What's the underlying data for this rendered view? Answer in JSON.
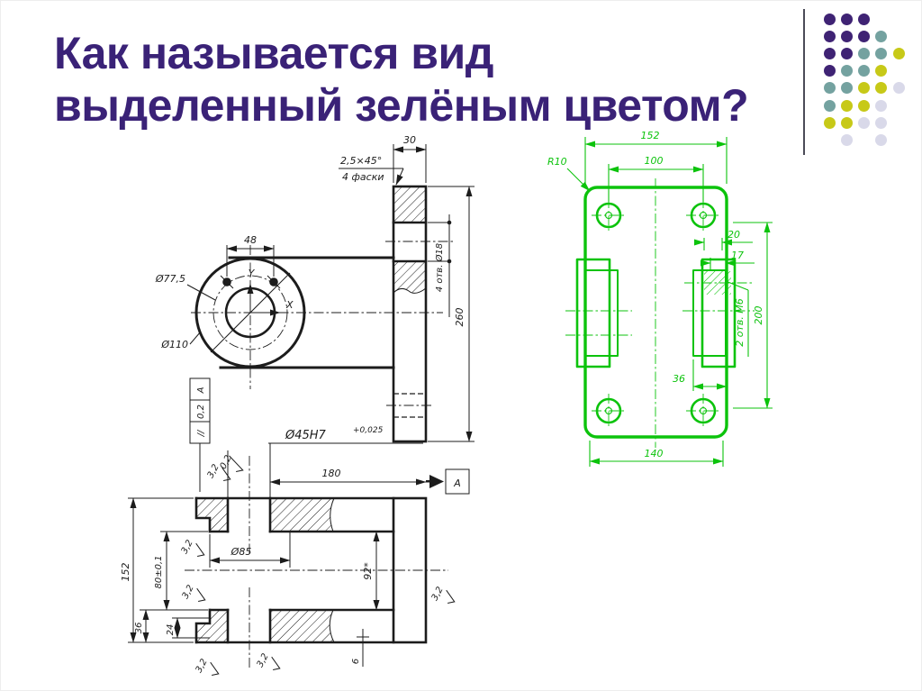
{
  "slide": {
    "title_line1": "Как называется вид",
    "title_line2": "выделенный зелёным цветом?"
  },
  "colors": {
    "title": "#3a2277",
    "ink": "#1c1c1c",
    "highlight_green": "#0cc30c"
  },
  "decoration": {
    "separator_color": "#4b4b57",
    "dot_colors": {
      "P": "#3f2374",
      "T": "#74a2a0",
      "Y": "#c7c918",
      "L": "#d9d9e9"
    },
    "dot_rows": [
      [
        "P",
        "P",
        "P",
        "",
        ""
      ],
      [
        "P",
        "P",
        "P",
        "T",
        ""
      ],
      [
        "P",
        "P",
        "T",
        "T",
        "Y"
      ],
      [
        "P",
        "T",
        "T",
        "Y",
        ""
      ],
      [
        "T",
        "T",
        "Y",
        "Y",
        "L"
      ],
      [
        "T",
        "Y",
        "Y",
        "L",
        ""
      ],
      [
        "Y",
        "Y",
        "L",
        "L",
        ""
      ],
      [
        "",
        "L",
        "",
        "L",
        ""
      ]
    ]
  },
  "front_view": {
    "dim_30": "30",
    "chamfer_note": "2,5×45°",
    "chamfer_note2": "4 фаски",
    "dim_48": "48",
    "dia_bolt_circle": "Ø77,5",
    "dia_outer": "Ø110",
    "holes_note": "4 отв. Ø18",
    "dim_260": "260",
    "axis_x": "X",
    "axis_y": "Y",
    "datum_parallel": "//",
    "datum_tol": "0,2",
    "datum_ref": "A",
    "bore_callout": "Ø45H7",
    "bore_tolerance": "+0,025"
  },
  "section_view": {
    "dim_180": "180",
    "view_label": "A",
    "roughness_fine": "0,2",
    "roughness": "3,2",
    "dim_152": "152",
    "dim_80": "80±0,1",
    "dim_36": "36",
    "dim_24": "24",
    "dia_85": "Ø85",
    "dim_92": "92*",
    "dim_6": "6"
  },
  "green_view": {
    "dim_152": "152",
    "dim_100": "100",
    "radius_note": "R10",
    "dim_20": "20",
    "dim_17": "17",
    "dim_200": "200",
    "dim_36": "36",
    "dim_140": "140",
    "holes_note": "2 отв. М6"
  }
}
